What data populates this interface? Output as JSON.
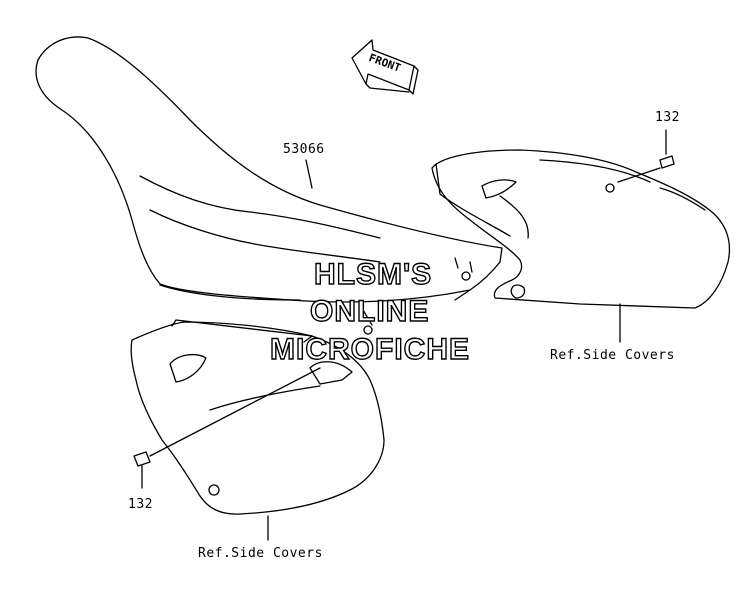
{
  "parts": {
    "seat_number": "53066",
    "bolt_right": "132",
    "bolt_left": "132",
    "ref_right": "Ref.Side Covers",
    "ref_left": "Ref.Side Covers"
  },
  "arrow": {
    "label": "FRONT"
  },
  "watermark": {
    "line1": "HLSM'S",
    "line2": "ONLINE",
    "line3": "MICROFICHE"
  },
  "colors": {
    "ink": "#000000",
    "paper": "#ffffff"
  }
}
